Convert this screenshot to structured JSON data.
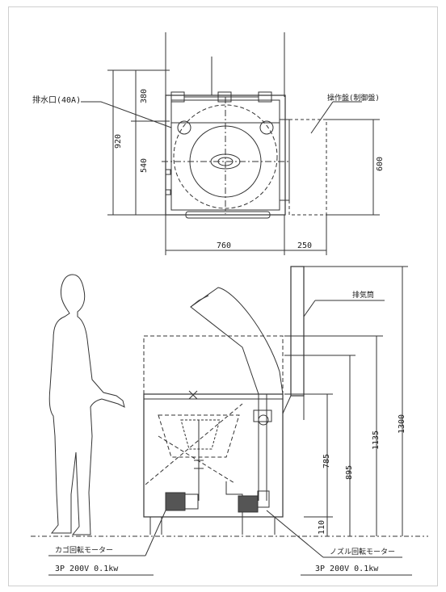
{
  "top_view": {
    "drain_label": "排水口(40A)",
    "panel_label": "操作盤(制御盤)",
    "dim_380": "380",
    "dim_540": "540",
    "dim_920": "920",
    "dim_600": "600",
    "dim_760": "760",
    "dim_250": "250"
  },
  "side_view": {
    "exhaust_label": "排気筒",
    "dim_785": "785",
    "dim_895": "895",
    "dim_1135": "1135",
    "dim_1300": "1300",
    "dim_110": "110"
  },
  "motors": {
    "basket_motor_name": "カゴ回転モーター",
    "basket_motor_spec": "3P 200V 0.1kw",
    "nozzle_motor_name": "ノズル回転モーター",
    "nozzle_motor_spec": "3P 200V 0.1kw"
  }
}
